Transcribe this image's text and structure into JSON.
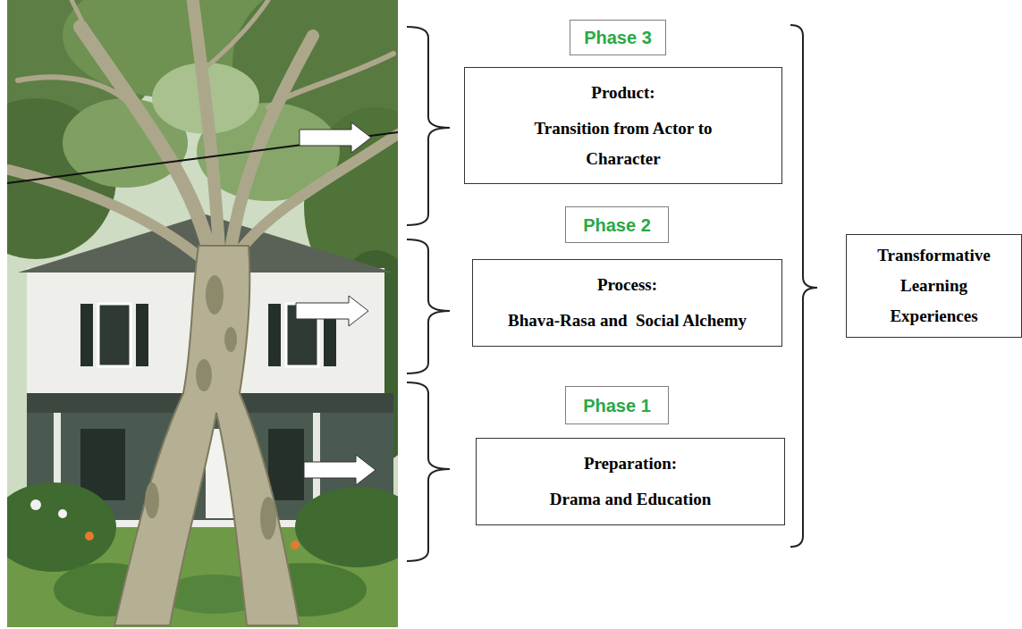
{
  "diagram": {
    "nodes": [
      {
        "text": [
          "Phase 3"
        ]
      },
      {
        "text": [
          "Product:",
          "Transition from Actor to Character"
        ]
      },
      {
        "text": [
          "Phase 2"
        ]
      },
      {
        "text": [
          "Process:",
          "Bhava-Rasa and  Social Alchemy"
        ]
      },
      {
        "text": [
          "Phase 1"
        ]
      },
      {
        "text": [
          "Preparation:",
          "Drama and Education"
        ]
      },
      {
        "text": [
          "Transformative Learning Experiences"
        ]
      }
    ]
  }
}
